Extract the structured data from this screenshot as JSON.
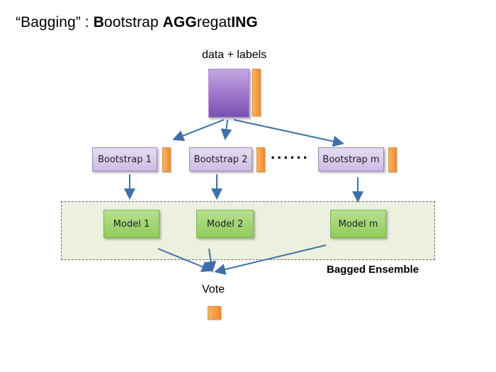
{
  "title": {
    "quote_open": "“",
    "part1": "Bagging",
    "quote_close": "”",
    "sep": " : ",
    "b_bold": "B",
    "b_rest": "ootstrap ",
    "agg_bold": "AGG",
    "agg_rest": "regat",
    "ing_bold": "ING"
  },
  "data_label": "data + labels",
  "bootstraps": [
    "Bootstrap 1",
    "Bootstrap 2",
    "Bootstrap m"
  ],
  "ellipsis": "......",
  "models": [
    "Model 1",
    "Model 2",
    "Model m"
  ],
  "ensemble_label": "Bagged Ensemble",
  "vote_label": "Vote",
  "colors": {
    "data_box": "#9b73c9",
    "label_box": "#f28c28",
    "bootstrap_box": "#d9cceb",
    "model_box": "#9bd16a",
    "ensemble_bg": "#ebf1de",
    "arrow": "#3f6fa8"
  }
}
